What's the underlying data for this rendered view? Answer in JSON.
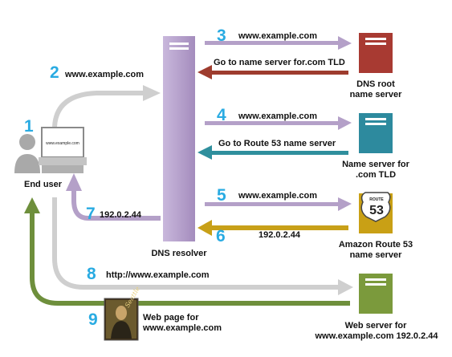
{
  "colors": {
    "step_number": "#29abe2",
    "gray_arrow": "#cfcfcf",
    "purple_arrow": "#b4a0c8",
    "teal_arrow": "#2f8f9d",
    "brown_arrow": "#9e3c2e",
    "gold_arrow": "#c8a018",
    "green_arrow": "#6e8f3c",
    "resolver": "#b8a3cc",
    "root_server": "#a83a32",
    "tld_server": "#2d8a9e",
    "route53_server": "#c9a015",
    "web_server": "#7b9a3c"
  },
  "nodes": {
    "end_user": {
      "label": "End user",
      "screen_text": "www.example.com"
    },
    "resolver": {
      "label": "DNS resolver"
    },
    "root": {
      "label_line1": "DNS root",
      "label_line2": "name server"
    },
    "tld": {
      "label_line1": "Name server for",
      "label_line2": ".com TLD"
    },
    "route53": {
      "label_line1": "Amazon Route 53",
      "label_line2": "name server",
      "shield_top": "ROUTE",
      "shield_num": "53"
    },
    "web": {
      "label_line1": "Web server for",
      "label_line2": "www.example.com 192.0.2.44"
    },
    "webpage": {
      "label_line1": "Web page for",
      "label_line2": "www.example.com"
    }
  },
  "steps": {
    "s1": {
      "num": "1"
    },
    "s2": {
      "num": "2",
      "text": "www.example.com"
    },
    "s3": {
      "num": "3",
      "text": "www.example.com",
      "reply": "Go to name server for.com TLD"
    },
    "s4": {
      "num": "4",
      "text": "www.example.com",
      "reply": "Go to Route 53 name server"
    },
    "s5": {
      "num": "5",
      "text": "www.example.com"
    },
    "s6": {
      "num": "6",
      "text": "192.0.2.44"
    },
    "s7": {
      "num": "7",
      "text": "192.0.2.44"
    },
    "s8": {
      "num": "8",
      "text": "http://www.example.com"
    },
    "s9": {
      "num": "9"
    }
  }
}
